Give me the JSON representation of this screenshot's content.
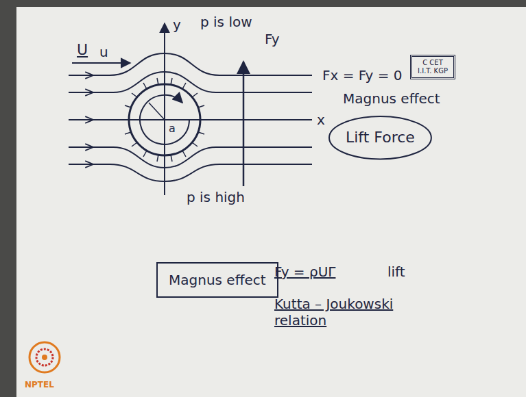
{
  "diagram": {
    "nodes": [
      {
        "text": [
          "C CET I.I.T. KGP"
        ]
      },
      {
        "text": [
          "Lift Force"
        ]
      },
      {
        "text": [
          "Magnus effect"
        ]
      }
    ],
    "labels": [
      "U",
      "u",
      "y",
      "p is low",
      "Fy",
      "x",
      "a",
      "p is high",
      "Fx = Fy = 0",
      "Magnus effect",
      "Fy = ρUΓ",
      "lift",
      "Kutta – Joukowski relation",
      "NPTEL"
    ]
  }
}
